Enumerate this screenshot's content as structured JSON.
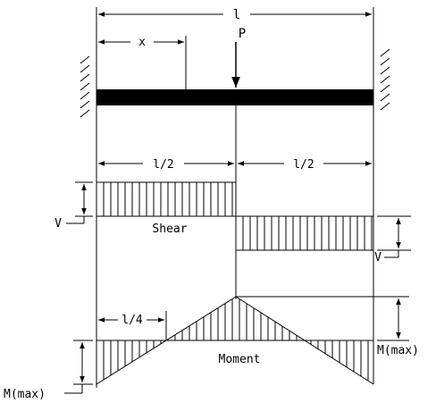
{
  "labels": {
    "span_total": "l",
    "dist_x": "x",
    "load": "P",
    "half_left": "l/2",
    "half_right": "l/2",
    "shear_left": "V",
    "shear_right": "V",
    "shear_title": "Shear",
    "quarter": "l/4",
    "moment_title": "Moment",
    "moment_right": "M(max)",
    "moment_left": "M(max)"
  }
}
